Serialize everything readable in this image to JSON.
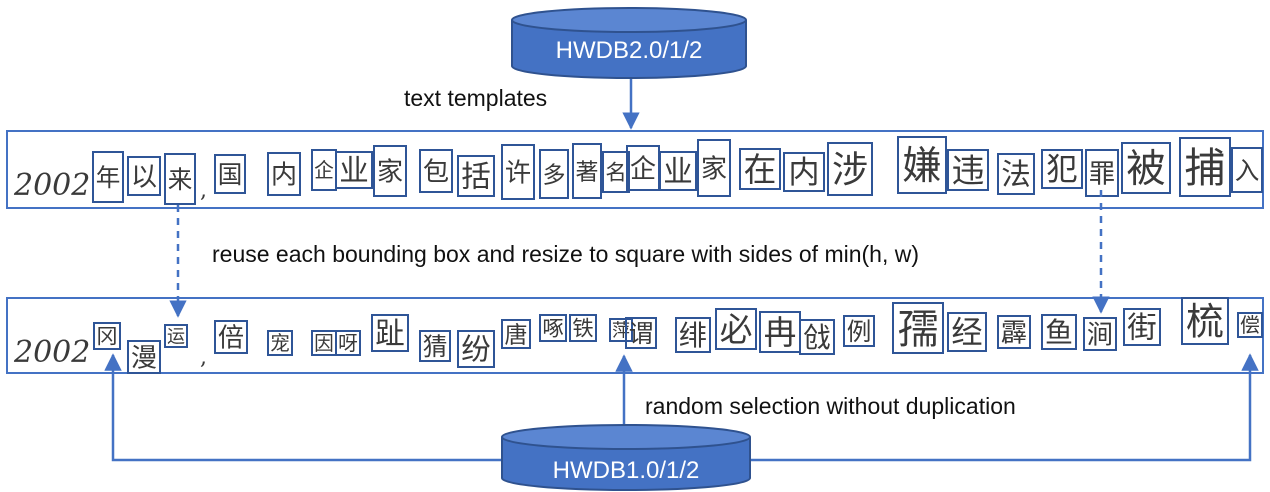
{
  "source_db_top": "HWDB2.0/1/2",
  "source_db_bottom": "HWDB1.0/1/2",
  "label_templates": "text templates",
  "label_reuse": "reuse each bounding box and resize to square with sides of min(h, w)",
  "label_random": "random selection without duplication",
  "template_line": {
    "prefix": "2002",
    "punct": ",",
    "chars": [
      "年",
      "以",
      "来",
      "国",
      "内",
      "企",
      "业",
      "家",
      "包",
      "括",
      "许",
      "多",
      "著",
      "名",
      "企",
      "业",
      "家",
      "在",
      "内",
      "涉",
      "嫌",
      "违",
      "法",
      "犯",
      "罪",
      "被",
      "捕",
      "入"
    ]
  },
  "synth_line": {
    "prefix": "2002",
    "punct": ",",
    "chars": [
      "冈",
      "漫",
      "运",
      "倍",
      "宠",
      "因",
      "呀",
      "趾",
      "猜",
      "纷",
      "唐",
      "啄",
      "铁",
      "萍",
      "谓",
      "绯",
      "必",
      "冉",
      "戗",
      "例",
      "孺",
      "经",
      "霹",
      "鱼",
      "涧",
      "街",
      "梳",
      "偿"
    ]
  },
  "colors": {
    "accent": "#4472c4",
    "cylinder_fill": "#4472c4",
    "cylinder_stroke": "#2f528f",
    "box": "#2f5597",
    "text": "#111111"
  }
}
